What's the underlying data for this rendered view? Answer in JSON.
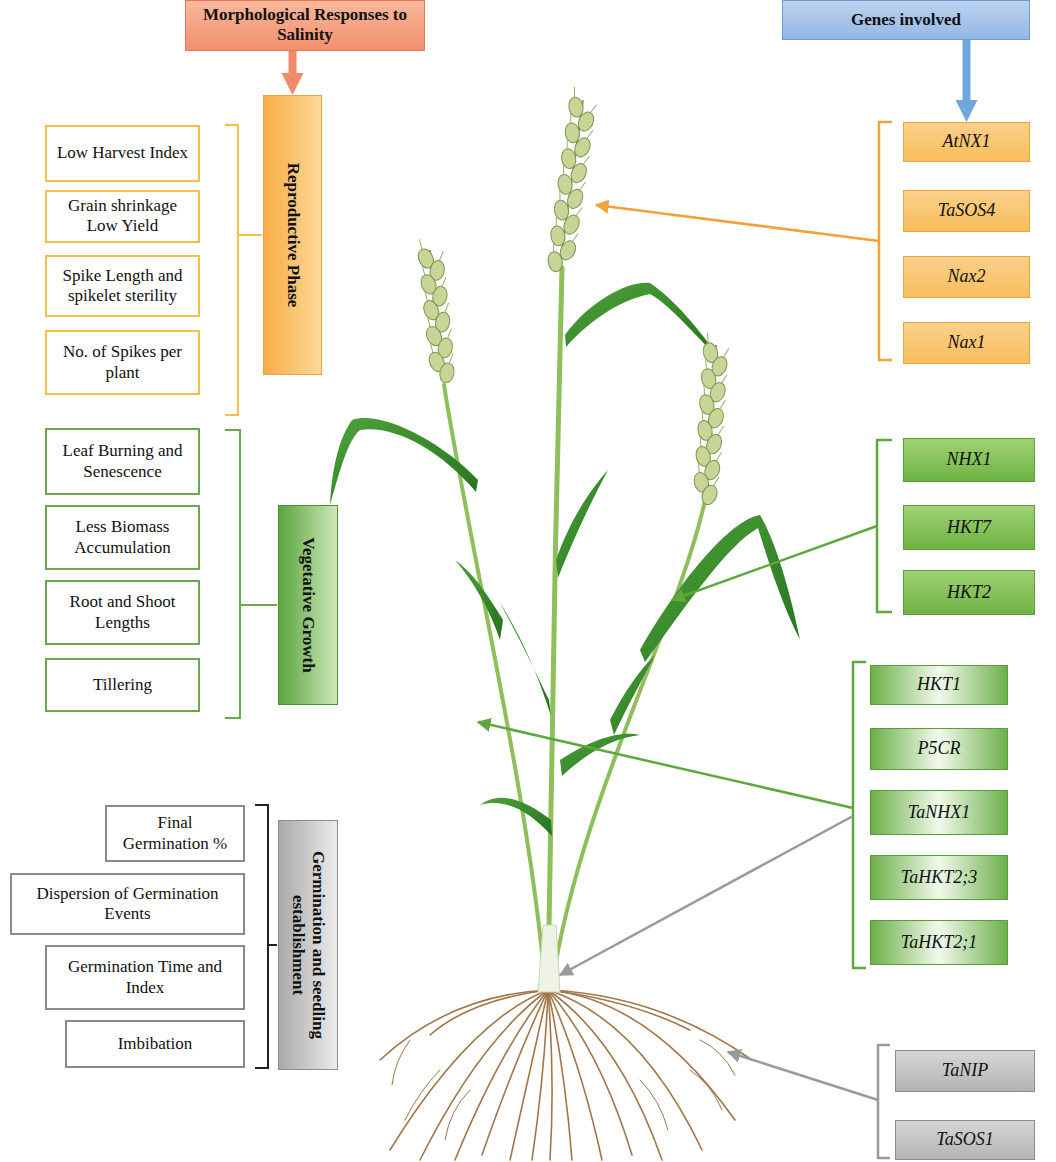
{
  "diagram": {
    "nodes": [
      {
        "text": [
          "Morphological Responses to Salinity"
        ]
      },
      {
        "text": [
          "Genes involved"
        ]
      },
      {
        "text": [
          "Low Harvest Index"
        ]
      },
      {
        "text": [
          "Grain shrinkage Low Yield"
        ]
      },
      {
        "text": [
          "Spike Length and spikelet sterility"
        ]
      },
      {
        "text": [
          "No. of Spikes per plant"
        ]
      },
      {
        "text": [
          "Reproductive Phase"
        ]
      },
      {
        "text": [
          "AtNX1"
        ]
      },
      {
        "text": [
          "TaSOS4"
        ]
      },
      {
        "text": [
          "Nax2"
        ]
      },
      {
        "text": [
          "Nax1"
        ]
      },
      {
        "text": [
          "Leaf Burning and Senescence"
        ]
      },
      {
        "text": [
          "Less Biomass Accumulation"
        ]
      },
      {
        "text": [
          "Root and Shoot Lengths"
        ]
      },
      {
        "text": [
          "Tillering"
        ]
      },
      {
        "text": [
          "Vegetative Growth"
        ]
      },
      {
        "text": [
          "NHX1"
        ]
      },
      {
        "text": [
          "HKT7"
        ]
      },
      {
        "text": [
          "HKT2"
        ]
      },
      {
        "text": [
          "HKT1"
        ]
      },
      {
        "text": [
          "P5CR"
        ]
      },
      {
        "text": [
          "TaNHX1"
        ]
      },
      {
        "text": [
          "TaHKT2;3"
        ]
      },
      {
        "text": [
          "TaHKT2;1"
        ]
      },
      {
        "text": [
          "Final Germination %"
        ]
      },
      {
        "text": [
          "Dispersion of Germination Events"
        ]
      },
      {
        "text": [
          "Germination Time and Index"
        ]
      },
      {
        "text": [
          "Imbibation"
        ]
      },
      {
        "text": [
          "Germination and seedling establishment"
        ]
      },
      {
        "text": [
          "TaNIP"
        ]
      },
      {
        "text": [
          "TaSOS1"
        ]
      }
    ],
    "edges": [
      {
        "from": 0,
        "to": 6,
        "arrow": "to"
      },
      {
        "from": 1,
        "to": 7,
        "arrow": "to"
      }
    ]
  }
}
